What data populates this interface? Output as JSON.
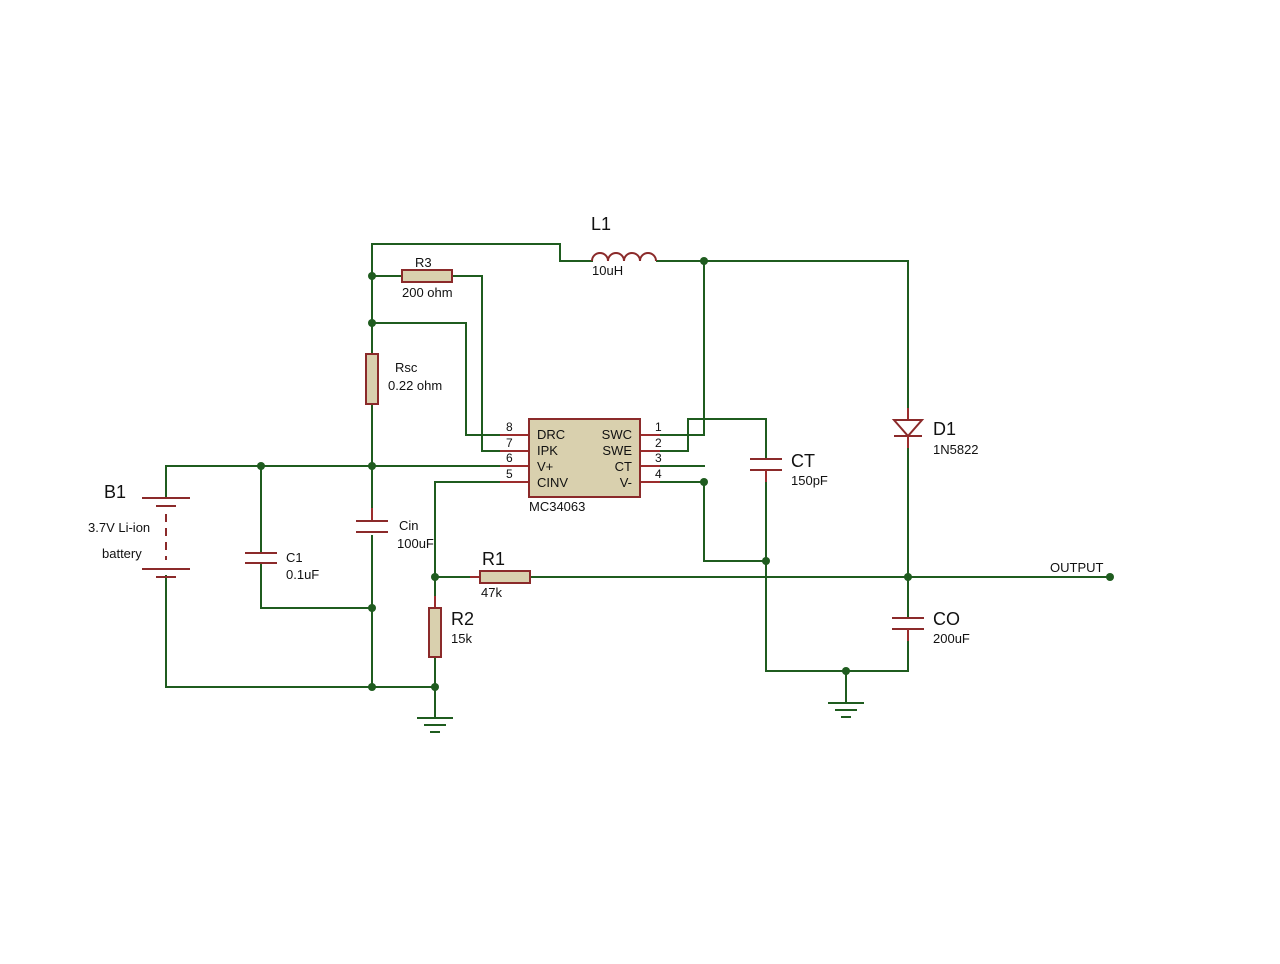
{
  "components": {
    "L1": {
      "ref": "L1",
      "value": "10uH"
    },
    "R3": {
      "ref": "R3",
      "value": "200 ohm"
    },
    "Rsc": {
      "ref": "Rsc",
      "value": "0.22 ohm"
    },
    "B1": {
      "ref": "B1",
      "value": "3.7V Li-ion",
      "value2": "battery"
    },
    "C1": {
      "ref": "C1",
      "value": "0.1uF"
    },
    "Cin": {
      "ref": "Cin",
      "value": "100uF"
    },
    "R1": {
      "ref": "R1",
      "value": "47k"
    },
    "R2": {
      "ref": "R2",
      "value": "15k"
    },
    "CT": {
      "ref": "CT",
      "value": "150pF"
    },
    "D1": {
      "ref": "D1",
      "value": "1N5822"
    },
    "CO": {
      "ref": "CO",
      "value": "200uF"
    }
  },
  "ic": {
    "part": "MC34063",
    "pins_left": [
      {
        "num": "8",
        "name": "DRC"
      },
      {
        "num": "7",
        "name": "IPK"
      },
      {
        "num": "6",
        "name": "V+"
      },
      {
        "num": "5",
        "name": "CINV"
      }
    ],
    "pins_right": [
      {
        "num": "1",
        "name": "SWC"
      },
      {
        "num": "2",
        "name": "SWE"
      },
      {
        "num": "3",
        "name": "CT"
      },
      {
        "num": "4",
        "name": "V-"
      }
    ]
  },
  "output": {
    "label": "OUTPUT"
  },
  "colors": {
    "wire": "#1f5c1f",
    "component": "#8b2a2a",
    "body_fill": "#d9d0ae"
  }
}
